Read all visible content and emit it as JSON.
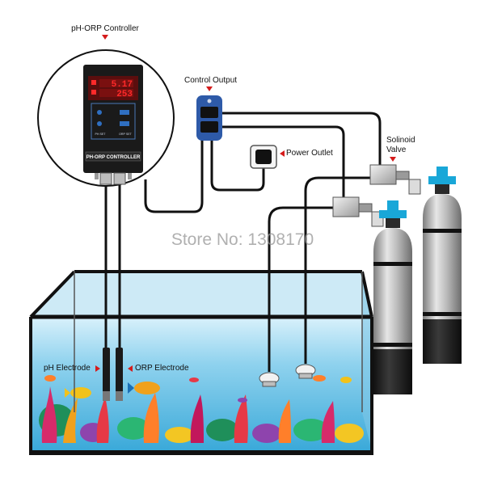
{
  "labels": {
    "controller_title": "pH-ORP Controller",
    "control_output": "Control Output",
    "power_outlet": "Power Outlet",
    "solenoid_valve_line1": "Solinoid",
    "solenoid_valve_line2": "Valve",
    "ph_electrode": "pH Electrode",
    "orp_electrode": "ORP Electrode"
  },
  "controller": {
    "display_top": "5.17",
    "display_bottom": "253",
    "nameplate": "PH-ORP CONTROLLER",
    "button_left_label": "PH SET",
    "button_right_label": "ORP SET"
  },
  "watermark": "Store No: 1308170",
  "colors": {
    "arrow": "#d51b1b",
    "water": "#8fd2ee",
    "display_red": "#ff2a2a",
    "valve_blue": "#19a7d8",
    "cylinder": "#c8c8c8"
  }
}
